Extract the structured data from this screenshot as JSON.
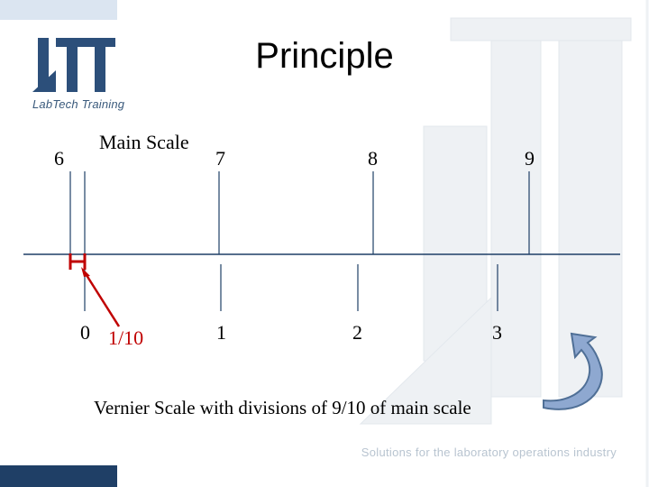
{
  "slide": {
    "title": "Principle",
    "logo": {
      "text": "LabTech Training"
    },
    "main_scale": {
      "label": "Main Scale",
      "ticks": [
        "6",
        "7",
        "8",
        "9"
      ]
    },
    "vernier_scale": {
      "ticks": [
        "0",
        "1",
        "2",
        "3"
      ],
      "difference_label": "1/10",
      "caption": "Vernier Scale with divisions of 9/10 of main scale"
    },
    "tagline": "Solutions for the laboratory operations industry",
    "colors": {
      "accent_blue": "#1f3f66",
      "logo_blue": "#2c4f7a",
      "watermark": "#e8ecf0",
      "marker_red": "#c00000",
      "arrow_fill": "#8ea8d0"
    }
  }
}
